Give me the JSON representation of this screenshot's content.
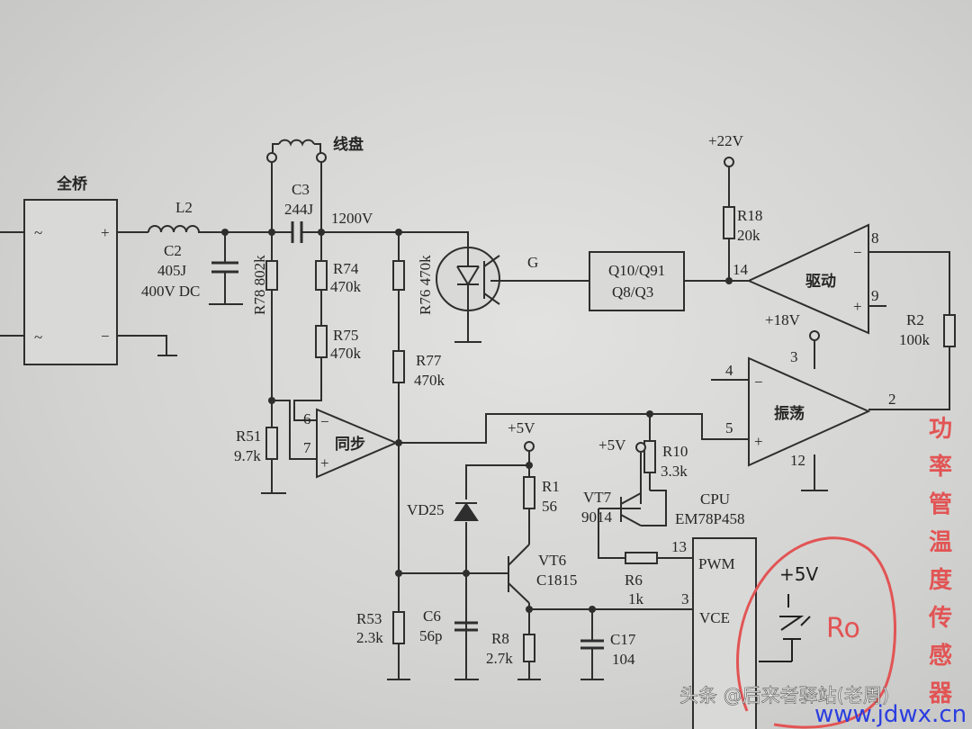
{
  "labels": {
    "bridge": "全桥",
    "ac1": "~",
    "ac2": "~",
    "plus": "+",
    "minus": "−",
    "L2": "L2",
    "C2": "C2",
    "C2_val": "405J",
    "C2_volt": "400V DC",
    "C3": "C3",
    "C3_val": "244J",
    "coil": "线盘",
    "v1200": "1200V",
    "R78": "R78 802k",
    "R74": "R74",
    "R74_val": "470k",
    "R75": "R75",
    "R75_val": "470k",
    "R76": "R76 470k",
    "R77": "R77",
    "R77_val": "470k",
    "R51": "R51",
    "R51_val": "9.7k",
    "sync": "同步",
    "sync_pin6": "6",
    "sync_pin7": "7",
    "op_minus": "−",
    "op_plus": "+",
    "gate": "G",
    "driver_box_1": "Q10/Q91",
    "driver_box_2": "Q8/Q3",
    "v22": "+22V",
    "R18": "R18",
    "R18_val": "20k",
    "drive": "驱动",
    "drive_pin14": "14",
    "drive_pin8": "8",
    "drive_pin9": "9",
    "R2": "R2",
    "R2_val": "100k",
    "v18": "+18V",
    "osc_pin3": "3",
    "osc": "振荡",
    "osc_pin4": "4",
    "osc_pin5": "5",
    "osc_pin2": "2",
    "osc_pin12": "12",
    "v5a": "+5V",
    "v5b": "+5V",
    "R10": "R10",
    "R10_val": "3.3k",
    "VT7": "VT7",
    "VT7_val": "9014",
    "R6": "R6",
    "R6_val": "1k",
    "cpu": "CPU",
    "cpu_model": "EM78P458",
    "cpu_pin13": "13",
    "cpu_pin3": "3",
    "pwm": "PWM",
    "vce": "VCE",
    "VD25": "VD25",
    "R1": "R1",
    "R1_val": "56",
    "VT6": "VT6",
    "VT6_val": "C1815",
    "R53": "R53",
    "R53_val": "2.3k",
    "C6": "C6",
    "C6_val": "56p",
    "R8": "R8",
    "R8_val": "2.7k",
    "C17": "C17",
    "C17_val": "104"
  },
  "annotation": {
    "handwritten_supply": "+5V",
    "sensor_label": "Ro",
    "vertical_note": [
      "功",
      "率",
      "管",
      "温",
      "度",
      "传",
      "感",
      "器"
    ],
    "color": "#e25454"
  },
  "watermark": {
    "author": "头条 @后来者驿站(老周)",
    "site": "www.jdwx.cn"
  }
}
